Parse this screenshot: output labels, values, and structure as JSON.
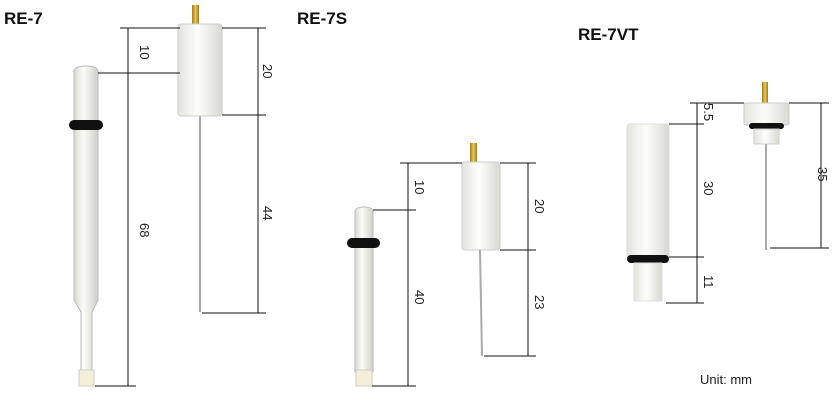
{
  "models": [
    {
      "name": "RE-7",
      "dims": {
        "top": "10",
        "tube": "68",
        "body": "20",
        "wire": "44"
      }
    },
    {
      "name": "RE-7S",
      "dims": {
        "top": "10",
        "tube": "40",
        "body": "20",
        "wire": "23"
      }
    },
    {
      "name": "RE-7VT",
      "dims": {
        "cap": "5.5",
        "body": "30",
        "thread": "11",
        "wire": "35"
      }
    }
  ],
  "unit_label": "Unit: mm",
  "colors": {
    "gold": "#c9a233",
    "oring": "#111111",
    "body": "#f2f2ee"
  }
}
